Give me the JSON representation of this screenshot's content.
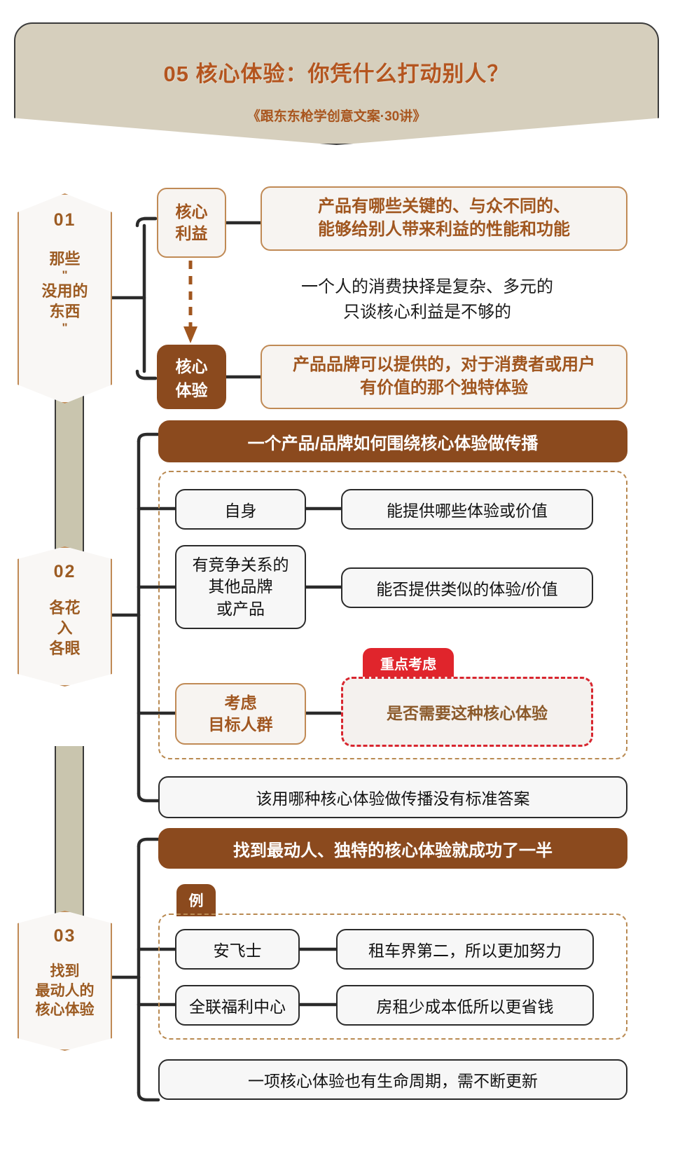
{
  "header": {
    "title": "05 核心体验：你凭什么打动别人？",
    "subtitle": "《跟东东枪学创意文案·30讲》"
  },
  "colors": {
    "banner_bg": "#D6CFBD",
    "brand_brown": "#8B4A1E",
    "accent_tan": "#C08A55",
    "text_brown": "#A0561F",
    "alert_red": "#E0252C",
    "spine": "#C9C5AE"
  },
  "sections": [
    {
      "number": "01",
      "title": "那些\n\"\n没用的\n东西\n\"",
      "title_lines": [
        "那些",
        "\"",
        "没用的",
        "东西",
        "\""
      ],
      "nodes": {
        "core_benefit_label": "核心\n利益",
        "core_benefit_label_lines": [
          "核心",
          "利益"
        ],
        "core_benefit_desc": "产品有哪些关键的、与众不同的、\n能够给别人带来利益的性能和功能",
        "core_benefit_desc_lines": [
          "产品有哪些关键的、与众不同的、",
          "能够给别人带来利益的性能和功能"
        ],
        "bridge_note": "一个人的消费抉择是复杂、多元的\n只谈核心利益是不够的",
        "bridge_note_lines": [
          "一个人的消费抉择是复杂、多元的",
          "只谈核心利益是不够的"
        ],
        "core_experience_label": "核心\n体验",
        "core_experience_label_lines": [
          "核心",
          "体验"
        ],
        "core_experience_desc": "产品品牌可以提供的，对于消费者或用户\n有价值的那个独特体验",
        "core_experience_desc_lines": [
          "产品品牌可以提供的，对于消费者或用户",
          "有价值的那个独特体验"
        ]
      }
    },
    {
      "number": "02",
      "title_lines": [
        "各花",
        "入",
        "各眼"
      ],
      "banner": "一个产品/品牌如何围绕核心体验做传播",
      "rows": [
        {
          "left": "自身",
          "left_lines": [
            "自身"
          ],
          "right": "能提供哪些体验或价值"
        },
        {
          "left_lines": [
            "有竞争关系的",
            "其他品牌",
            "或产品"
          ],
          "right": "能否提供类似的体验/价值"
        },
        {
          "left_lines": [
            "考虑",
            "目标人群"
          ],
          "right": "是否需要这种核心体验",
          "badge": "重点考虑"
        }
      ],
      "footer": "该用哪种核心体验做传播没有标准答案"
    },
    {
      "number": "03",
      "title_lines": [
        "找到",
        "最动人的",
        "核心体验"
      ],
      "banner": "找到最动人、独特的核心体验就成功了一半",
      "example_tag": "例",
      "rows": [
        {
          "left": "安飞士",
          "right": "租车界第二，所以更加努力"
        },
        {
          "left": "全联福利中心",
          "right": "房租少成本低所以更省钱"
        }
      ],
      "footer": "一项核心体验也有生命周期，需不断更新"
    }
  ]
}
